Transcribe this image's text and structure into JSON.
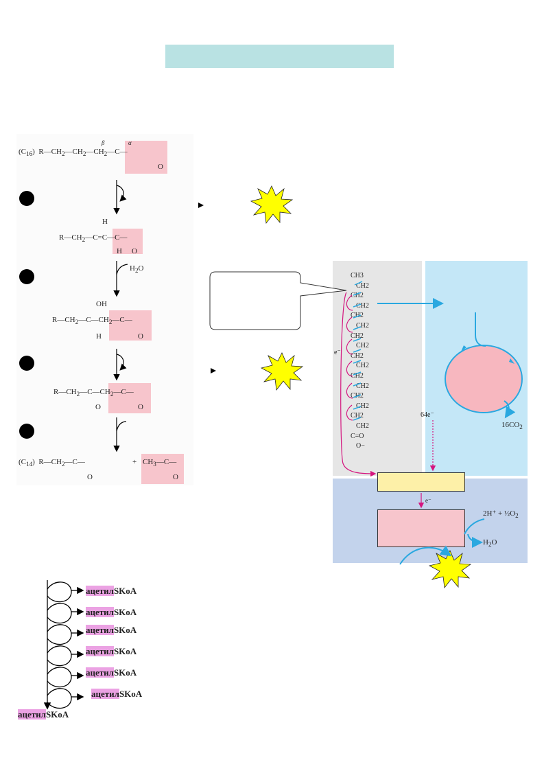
{
  "colors": {
    "title_bar": "#b9e2e3",
    "highlight_pink": "#f7c5cc",
    "acetyl_highlight": "#eba2e3",
    "mito_gray": "#e6e6e6",
    "matrix_blue": "#c4e7f7",
    "membrane_blue": "#c3d3ec",
    "cycle_circle": "#f7b7bf",
    "cycle_stroke": "#2aa8e0",
    "electron_arrow": "#d4147e",
    "etc_box": "#fdf0a8",
    "star_fill": "#ffff00"
  },
  "steps": {
    "s0": {
      "prefix": "(C",
      "prefix_sub": "16",
      "prefix_close": ")",
      "chain": "R—CH",
      "chain_sub": "2",
      "chain2": "—CH",
      "chain2_sub": "2",
      "beta": "β",
      "alpha": "α",
      "alpha_group": "CH",
      "alpha_group_sub": "2",
      "carbonyl": "—C—",
      "oxygen": "O"
    },
    "s1": {
      "chain": "R—CH",
      "chain_sub": "2",
      "c_eq": "—C=C—C—",
      "h_top": "H",
      "h_bottom": "H",
      "oxygen": "O"
    },
    "s2": {
      "reagent": "H",
      "reagent_sub": "2",
      "reagent_end": "O",
      "chain": "R—CH",
      "chain_sub": "2",
      "mid": "—C—CH",
      "mid_sub": "2",
      "tail": "—C—",
      "oh": "OH",
      "h_bottom": "H",
      "oxygen": "O"
    },
    "s3": {
      "chain": "R—CH",
      "chain_sub": "2",
      "mid": "—C—CH",
      "mid_sub": "2",
      "tail": "—C—",
      "oxygen_left": "O",
      "oxygen_right": "O"
    },
    "s4": {
      "prefix": "(C",
      "prefix_sub": "14",
      "prefix_close": ")",
      "chain": "R—CH",
      "chain_sub": "2",
      "tail": "—C—",
      "oxygen_left": "O",
      "plus": "+",
      "acetyl_group": "CH",
      "acetyl_group_sub": "3",
      "acetyl_tail": "—C—",
      "oxygen_right": "O"
    }
  },
  "mitochondrion": {
    "chain_labels": [
      "CH3",
      "CH2",
      "CH2",
      "CH2",
      "CH2",
      "CH2",
      "CH2",
      "CH2",
      "CH2",
      "CH2",
      "CH2",
      "CH2",
      "CH2",
      "CH2",
      "CH2",
      "CH2",
      "C=O",
      "O−"
    ],
    "electron_label": "e⁻",
    "electron_count": "64e⁻",
    "co2_label": "16CO",
    "co2_sub": "2",
    "etc_electron": "e⁻",
    "oxygen_reaction": "2H⁺ + ½O",
    "oxygen_sub": "2",
    "water": "H",
    "water_sub": "2",
    "water_end": "O"
  },
  "spiral": {
    "acetyl_labels": [
      {
        "hl": "ацетил",
        "rest": "SKoA"
      },
      {
        "hl": "ацетил",
        "rest": "SKoA"
      },
      {
        "hl": "ацетил",
        "rest": "SKoA"
      },
      {
        "hl": "ацетил",
        "rest": "SKoA"
      },
      {
        "hl": "ацетил",
        "rest": "SKoA"
      },
      {
        "hl": "ацетил",
        "rest": "SKoA"
      },
      {
        "hl": "ацетил",
        "rest": "SKoA"
      }
    ]
  }
}
